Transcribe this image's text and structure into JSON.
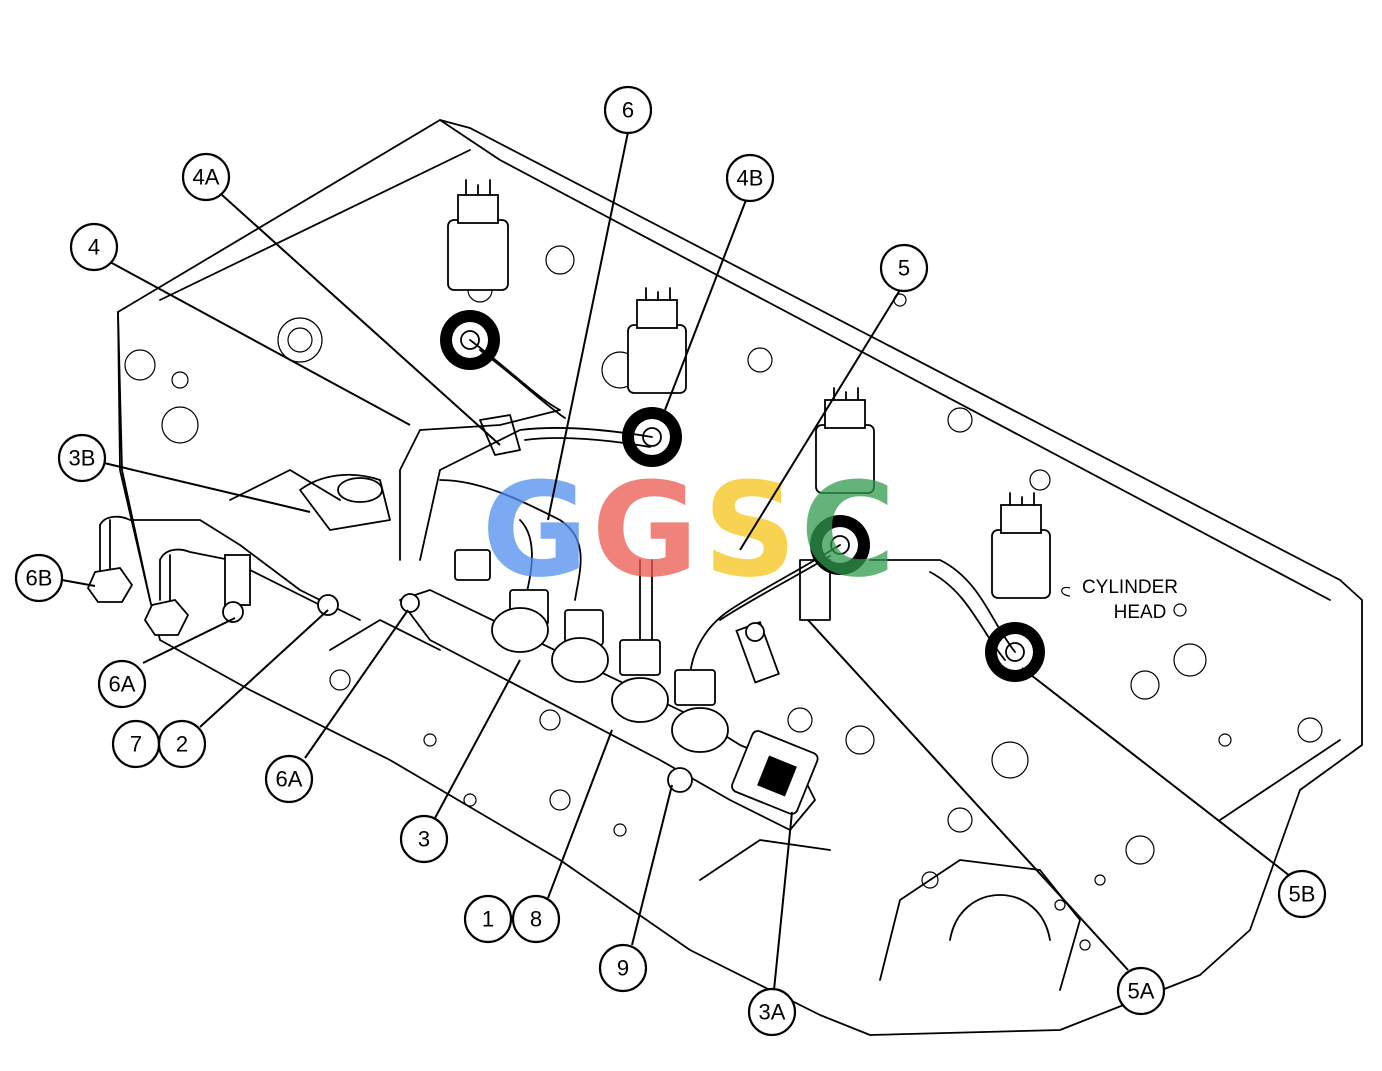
{
  "callouts": {
    "c6": "6",
    "c4A": "4A",
    "c4B": "4B",
    "c4": "4",
    "c5": "5",
    "c3B": "3B",
    "c6B": "6B",
    "c6A_left": "6A",
    "c7": "7",
    "c2": "2",
    "c6A_bottom": "6A",
    "c3": "3",
    "c1": "1",
    "c8": "8",
    "c9": "9",
    "c3A": "3A",
    "c5A": "5A",
    "c5B": "5B"
  },
  "labels": {
    "cylinder_head_line1": "CYLINDER",
    "cylinder_head_line2": "HEAD"
  },
  "watermark": {
    "letters": [
      "G",
      "G",
      "S",
      "C"
    ],
    "colors": [
      "#4f8ef0",
      "#ea5a4f",
      "#f5c518",
      "#2f9a4f"
    ]
  }
}
